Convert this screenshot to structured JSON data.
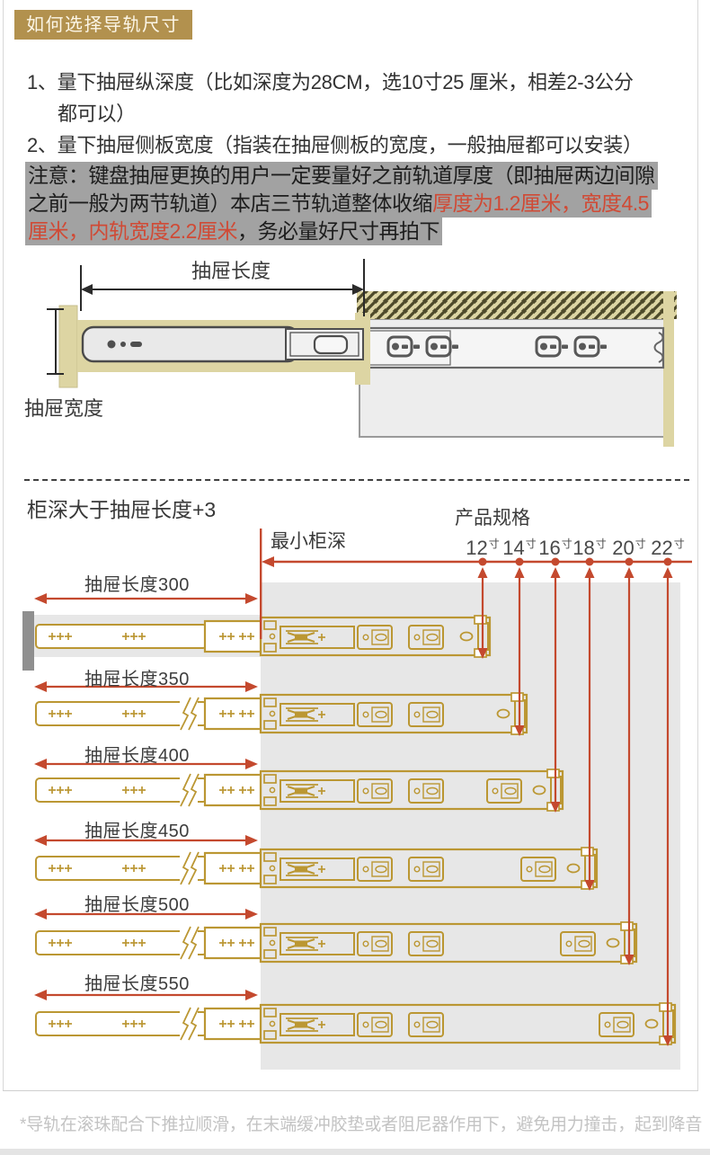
{
  "title_banner": "如何选择导轨尺寸",
  "instructions": {
    "line1": "1、量下抽屉纵深度（比如深度为28CM，选10寸25 厘米，相差2-3公分",
    "line2": "都可以）",
    "line3": "2、量下抽屉侧板宽度（指装在抽屉侧板的宽度，一般抽屉都可以安装）"
  },
  "notice": {
    "l1": "注意：键盘抽屉更换的用户一定要量好之前轨道厚度（即抽屉两边间隙",
    "l2_black": "之前一般为两节轨道）本店三节轨道整体收缩",
    "l2_red": "厚度为1.2厘米，宽度4.5",
    "l3_red": "厘米，内轨宽度2.2厘米",
    "l3_black": "，务必量好尺寸再拍下"
  },
  "top_diagram": {
    "length_label": "抽屉长度",
    "width_label": "抽屉宽度"
  },
  "lower_diagram": {
    "heading": "柜深大于抽屉长度+3",
    "spec_title": "产品规格",
    "min_depth_label": "最小柜深",
    "sizes": [
      {
        "num": "12",
        "unit": "寸"
      },
      {
        "num": "14",
        "unit": "寸"
      },
      {
        "num": "16",
        "unit": "寸"
      },
      {
        "num": "18",
        "unit": "寸"
      },
      {
        "num": "20",
        "unit": "寸"
      },
      {
        "num": "22",
        "unit": "寸"
      }
    ],
    "rows": [
      {
        "label": "抽屉长度300"
      },
      {
        "label": "抽屉长度350"
      },
      {
        "label": "抽屉长度400"
      },
      {
        "label": "抽屉长度450"
      },
      {
        "label": "抽屉长度500"
      },
      {
        "label": "抽屉长度550"
      }
    ]
  },
  "footnote": "*导轨在滚珠配合下推拉顺滑，在末端缓冲胶垫或者阻尼器作用下，避免用力撞击，起到降音",
  "colors": {
    "banner_bg": "#b2914e",
    "highlight_bg": "#a2a2a2",
    "warning_red_text": "#d04a35",
    "diagram_red": "#c4492e",
    "rail_gold": "#bb9733",
    "wood_beige": "#ddd5a3",
    "cabinet_gray": "#e7e7e7"
  }
}
